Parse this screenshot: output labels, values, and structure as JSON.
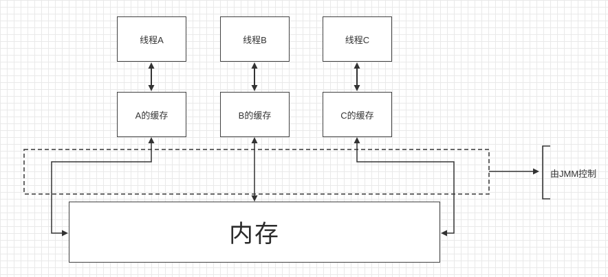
{
  "diagram": {
    "threads": [
      {
        "label": "线程A"
      },
      {
        "label": "线程B"
      },
      {
        "label": "线程C"
      }
    ],
    "caches": [
      {
        "label": "A的缓存"
      },
      {
        "label": "B的缓存"
      },
      {
        "label": "C的缓存"
      }
    ],
    "memory": {
      "label": "内存"
    },
    "annotation": {
      "label": "由JMM控制"
    }
  },
  "colors": {
    "line": "#333333",
    "box_border": "#3f3f3f",
    "grid": "#e9e9e9",
    "text": "#333333",
    "background": "#ffffff"
  }
}
